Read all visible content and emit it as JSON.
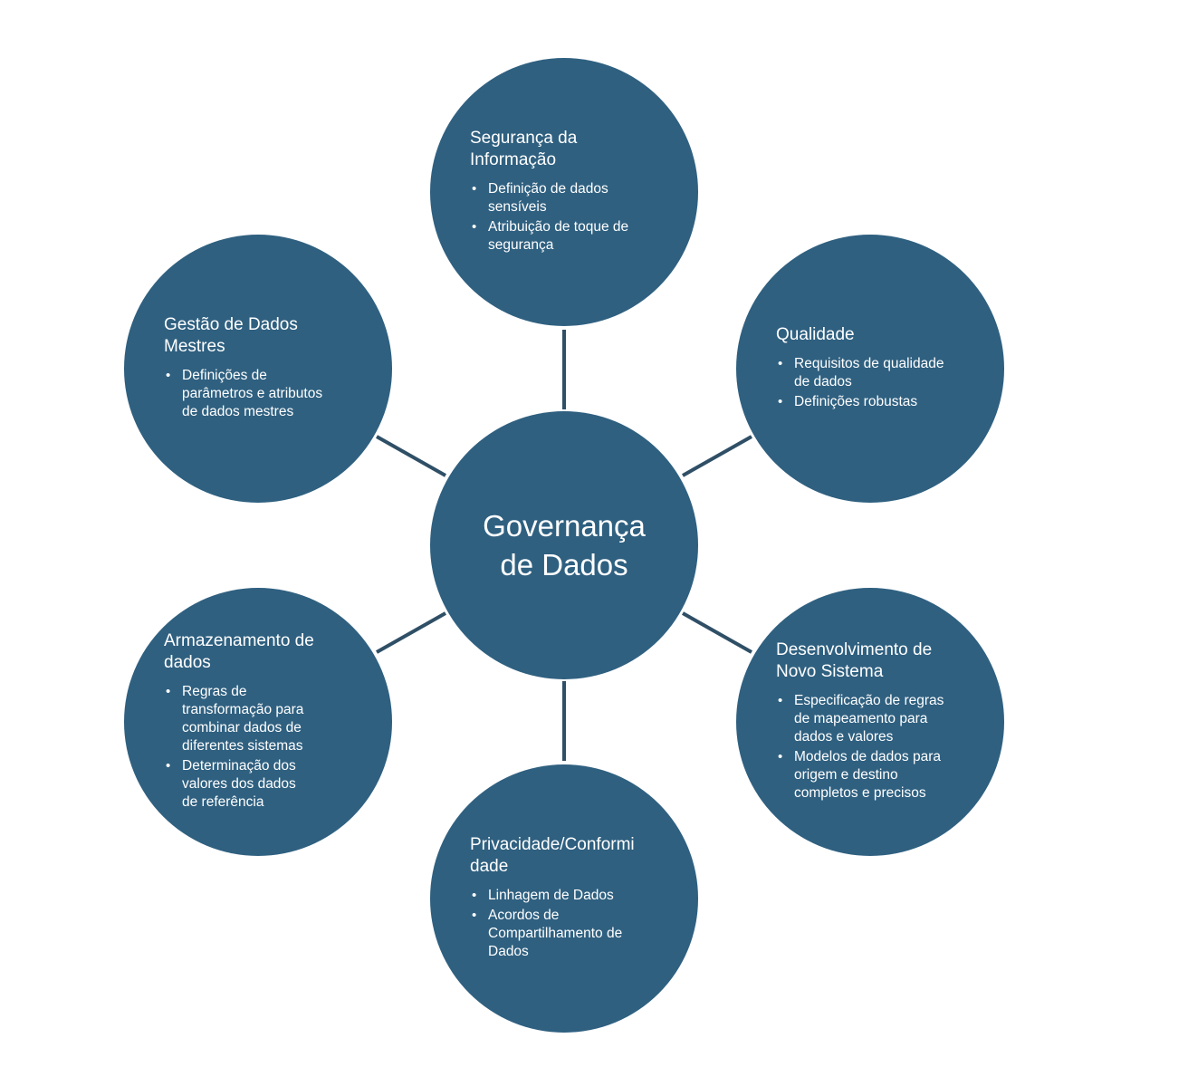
{
  "colors": {
    "circle": "#2f6080",
    "text": "#ffffff",
    "connector": "#2f4f66"
  },
  "center": {
    "line1": "Governança",
    "line2": "de Dados"
  },
  "nodes": {
    "seguranca": {
      "title_line1": "Segurança da",
      "title_line2": "Informação",
      "items": [
        {
          "line1": "Definição de dados",
          "line2": "sensíveis"
        },
        {
          "line1": "Atribuição de toque de",
          "line2": "segurança"
        }
      ]
    },
    "qualidade": {
      "title_line1": "Qualidade",
      "items": [
        {
          "line1": "Requisitos de qualidade",
          "line2": "de dados"
        },
        {
          "line1": "Definições robustas"
        }
      ]
    },
    "desenvolvimento": {
      "title_line1": "Desenvolvimento de",
      "title_line2": "Novo Sistema",
      "items": [
        {
          "line1": "Especificação de regras",
          "line2": "de mapeamento para",
          "line3": "dados e valores"
        },
        {
          "line1": "Modelos de dados para",
          "line2": "origem e destino",
          "line3": "completos e precisos"
        }
      ]
    },
    "privacidade": {
      "title_line1": "Privacidade/Conformi",
      "title_line2": "dade",
      "items": [
        {
          "line1": "Linhagem de Dados"
        },
        {
          "line1": "Acordos de",
          "line2": "Compartilhamento de",
          "line3": "Dados"
        }
      ]
    },
    "armazenamento": {
      "title_line1": "Armazenamento de",
      "title_line2": "dados",
      "items": [
        {
          "line1": "Regras de",
          "line2": "transformação para",
          "line3": "combinar dados de",
          "line4": "diferentes sistemas"
        },
        {
          "line1": "Determinação dos",
          "line2": "valores dos dados",
          "line3": "de referência"
        }
      ]
    },
    "gestao": {
      "title_line1": "Gestão de Dados",
      "title_line2": "Mestres",
      "items": [
        {
          "line1": "Definições de",
          "line2": "parâmetros e atributos",
          "line3": "de dados mestres"
        }
      ]
    }
  }
}
